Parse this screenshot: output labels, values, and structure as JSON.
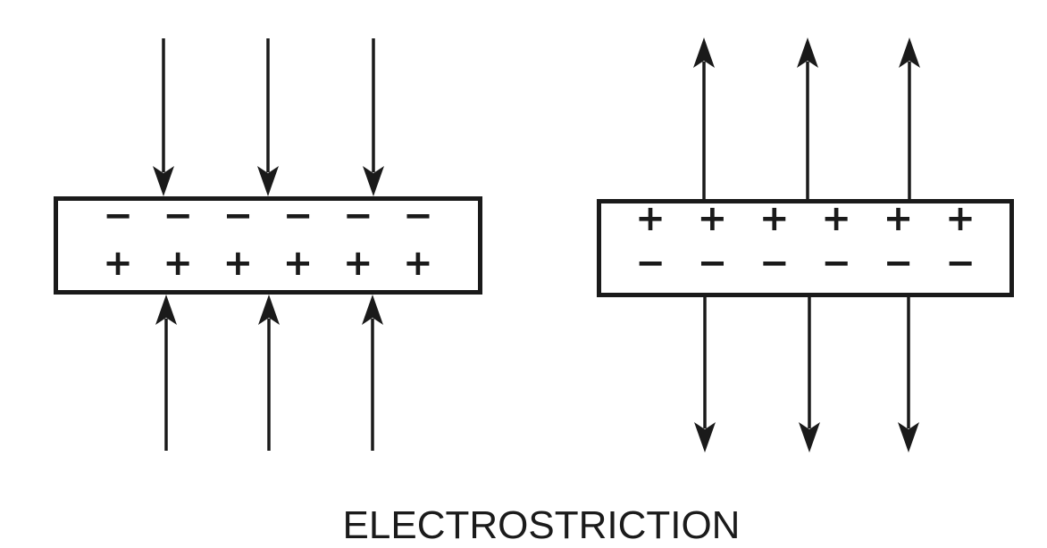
{
  "title": "ELECTROSTRICTION",
  "colors": {
    "ink": "#1a1a1a",
    "paper": "#ffffff"
  },
  "left_diagram": {
    "name": "slab-under-compression",
    "top_row_sign": "−",
    "bottom_row_sign": "+",
    "signs_per_row": 6,
    "top_arrows": {
      "count": 3,
      "direction": "down-into-slab"
    },
    "bottom_arrows": {
      "count": 3,
      "direction": "up-into-slab"
    }
  },
  "right_diagram": {
    "name": "slab-under-expansion",
    "top_row_sign": "+",
    "bottom_row_sign": "−",
    "signs_per_row": 6,
    "top_arrows": {
      "count": 3,
      "direction": "up-away-from-slab"
    },
    "bottom_arrows": {
      "count": 3,
      "direction": "down-away-from-slab"
    }
  }
}
